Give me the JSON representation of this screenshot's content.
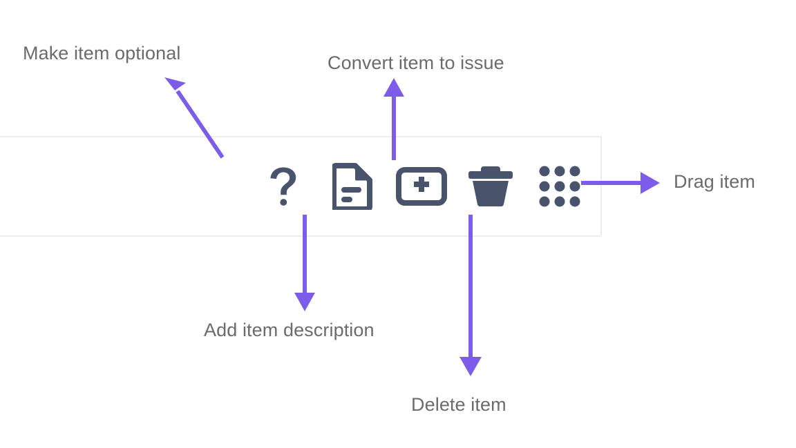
{
  "colors": {
    "background": "#ffffff",
    "icon": "#49536b",
    "arrow": "#7c5ce8",
    "label_text": "#6b6b6b",
    "container_border": "#eeeeee"
  },
  "toolbar": {
    "name": "checklist-item-toolbar",
    "buttons": [
      {
        "id": "make-optional",
        "icon": "question-mark-icon",
        "tooltip": "Make item optional"
      },
      {
        "id": "add-description",
        "icon": "document-lines-icon",
        "tooltip": "Add item description"
      },
      {
        "id": "convert-issue",
        "icon": "card-plus-icon",
        "tooltip": "Convert item to issue"
      },
      {
        "id": "delete-item",
        "icon": "trash-can-icon",
        "tooltip": "Delete item"
      },
      {
        "id": "drag-item",
        "icon": "grid-dots-drag-icon",
        "tooltip": "Drag item"
      }
    ]
  },
  "annotations": [
    {
      "id": "make-optional",
      "label": "Make item optional",
      "arrow": "diagonal-up-left"
    },
    {
      "id": "convert-issue",
      "label": "Convert item to issue",
      "arrow": "up"
    },
    {
      "id": "add-description",
      "label": "Add item description",
      "arrow": "down"
    },
    {
      "id": "delete-item",
      "label": "Delete item",
      "arrow": "down"
    },
    {
      "id": "drag-item",
      "label": "Drag item",
      "arrow": "right"
    }
  ]
}
